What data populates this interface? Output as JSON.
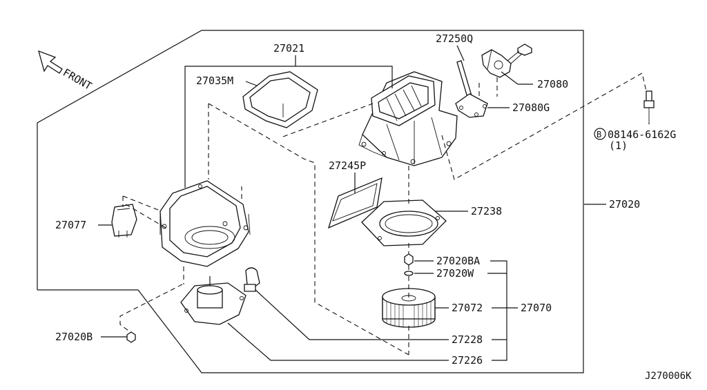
{
  "front_label": "FRONT",
  "diagram_code": "J270006K",
  "parts": {
    "p27021": "27021",
    "p27035M": "27035M",
    "p27250Q": "27250Q",
    "p27080": "27080",
    "p27080G": "27080G",
    "p08146": "08146-6162G",
    "p08146_qty": "(1)",
    "bolt_symbol": "B",
    "p27245P": "27245P",
    "p27238": "27238",
    "p27020": "27020",
    "p27077": "27077",
    "p27020BA": "27020BA",
    "p27020W": "27020W",
    "p27072": "27072",
    "p27070": "27070",
    "p27020B": "27020B",
    "p27228": "27228",
    "p27226": "27226"
  }
}
